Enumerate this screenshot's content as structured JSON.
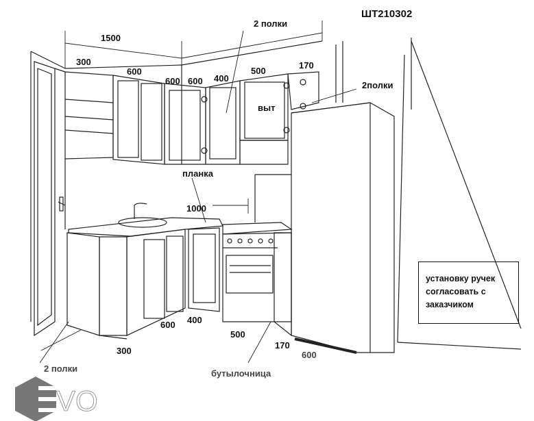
{
  "drawing_code": "ШТ210302",
  "dimensions": {
    "top_total": "1500",
    "top_2_shelves": "2 полки",
    "upper_300": "300",
    "upper_600_a": "600",
    "upper_600_b": "600",
    "upper_600_c": "600",
    "upper_400": "400",
    "upper_500": "500",
    "upper_170": "170",
    "right_2_shelves": "2полки",
    "hood": "выт",
    "plank": "планка",
    "plank_1000": "1000",
    "lower_600": "600",
    "lower_400": "400",
    "lower_500": "500",
    "lower_170": "170",
    "fridge_600": "600",
    "lower_300": "300",
    "lower_2_shelves": "2 полки",
    "bottle_rack": "бутылочница"
  },
  "note": {
    "lines": [
      "установку ручек",
      "согласовать с",
      "заказчиком"
    ]
  },
  "watermark": {
    "text": "EVO"
  }
}
